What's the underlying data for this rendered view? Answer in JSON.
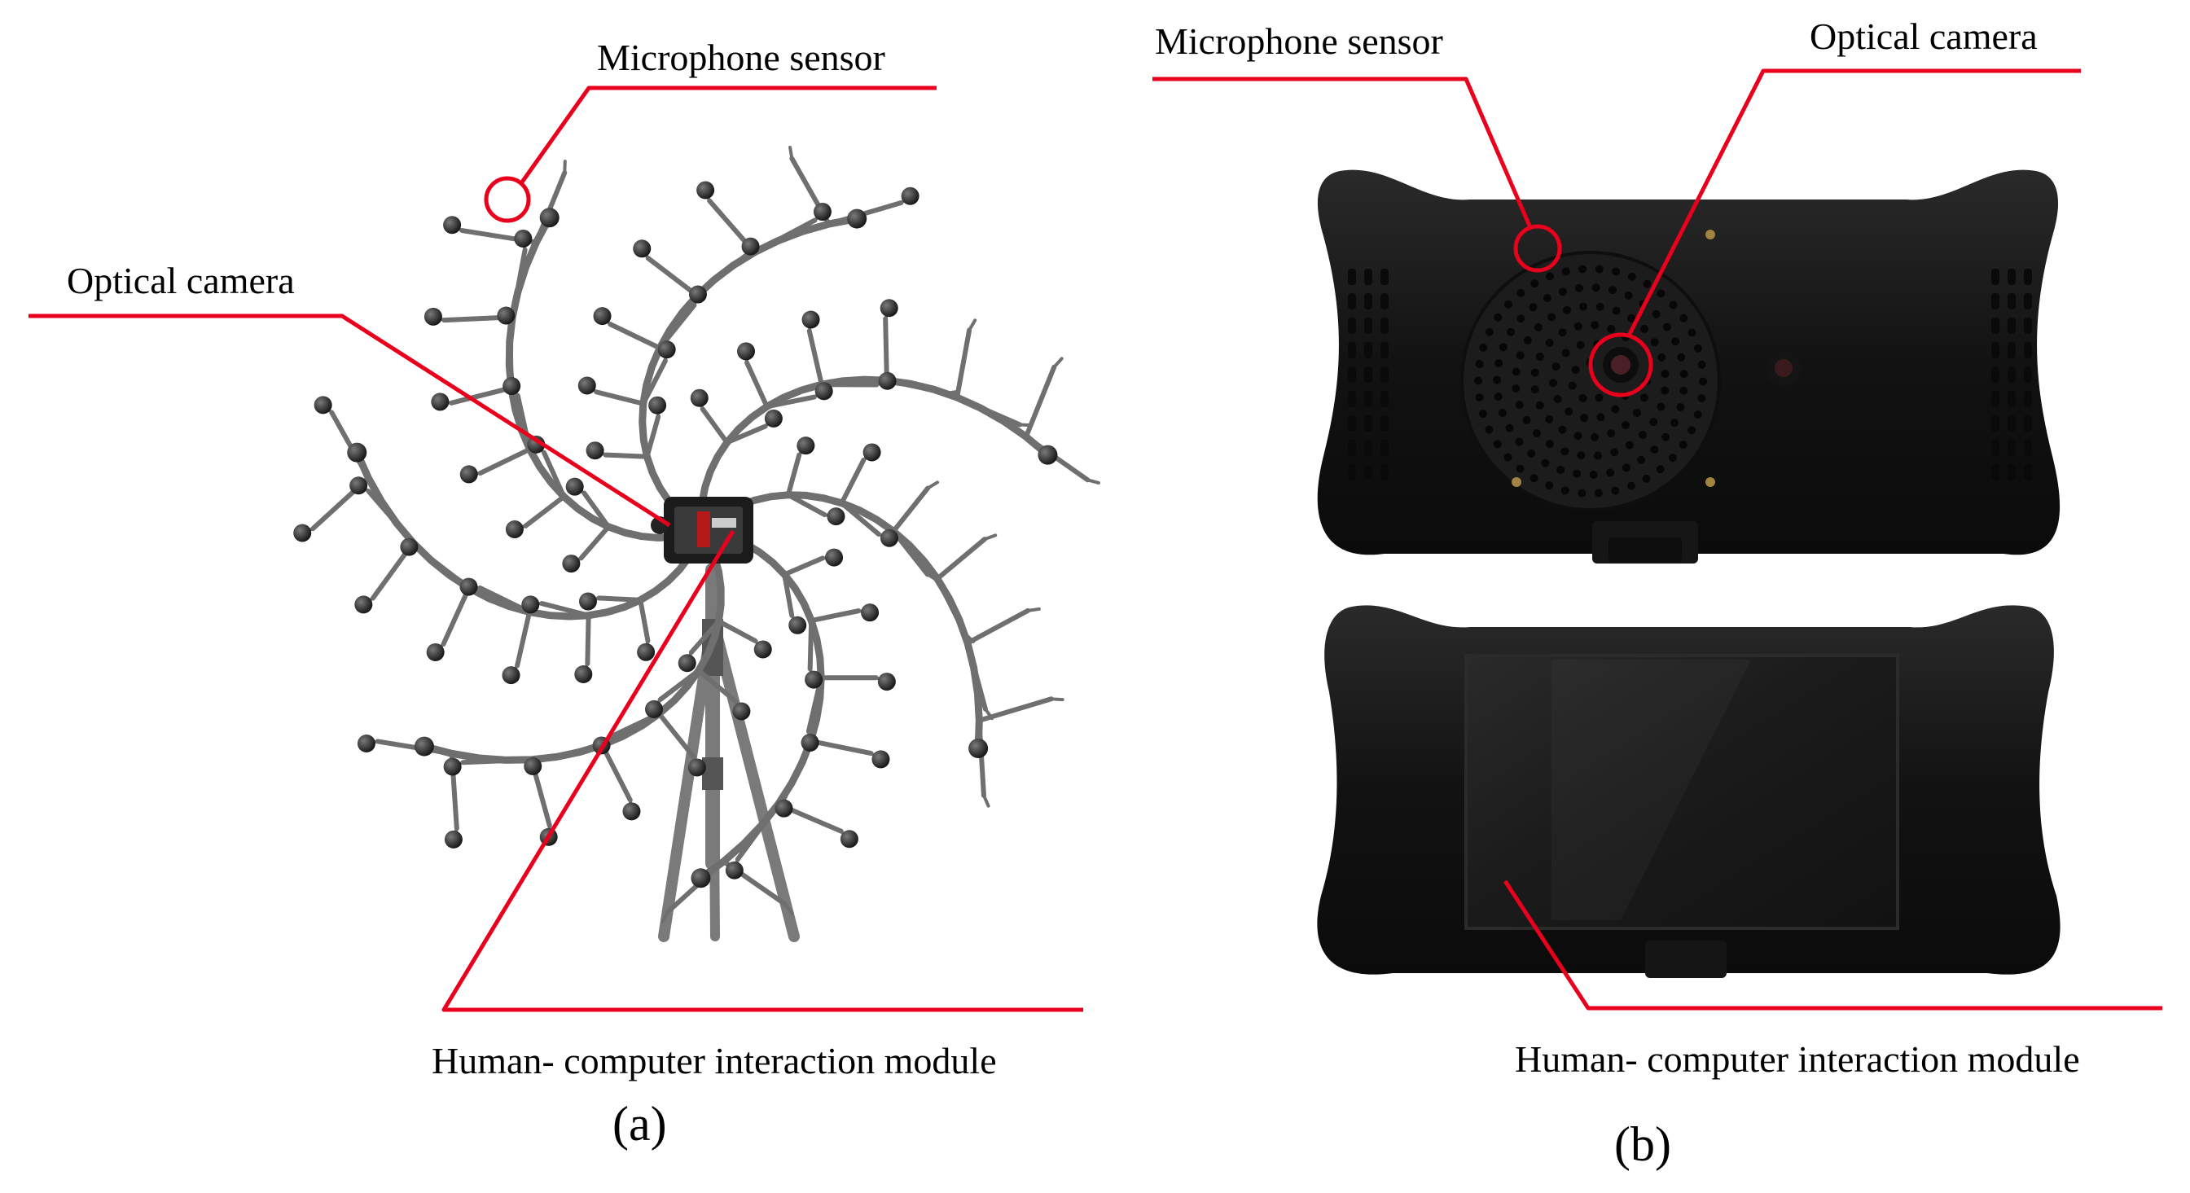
{
  "panel_a": {
    "caption": "(a)",
    "labels": {
      "microphone": "Microphone sensor",
      "camera": "Optical camera",
      "hci": "Human- computer interaction module"
    }
  },
  "panel_b": {
    "caption": "(b)",
    "labels": {
      "microphone": "Microphone sensor",
      "camera": "Optical camera",
      "hci": "Human- computer interaction module"
    }
  },
  "colors": {
    "annotation": "#e8001c",
    "device": "#141414",
    "branch": "#6e6e6e",
    "background": "#ffffff"
  },
  "icons": [
    "microphone-array-illustration",
    "device-back-illustration",
    "device-front-illustration"
  ]
}
